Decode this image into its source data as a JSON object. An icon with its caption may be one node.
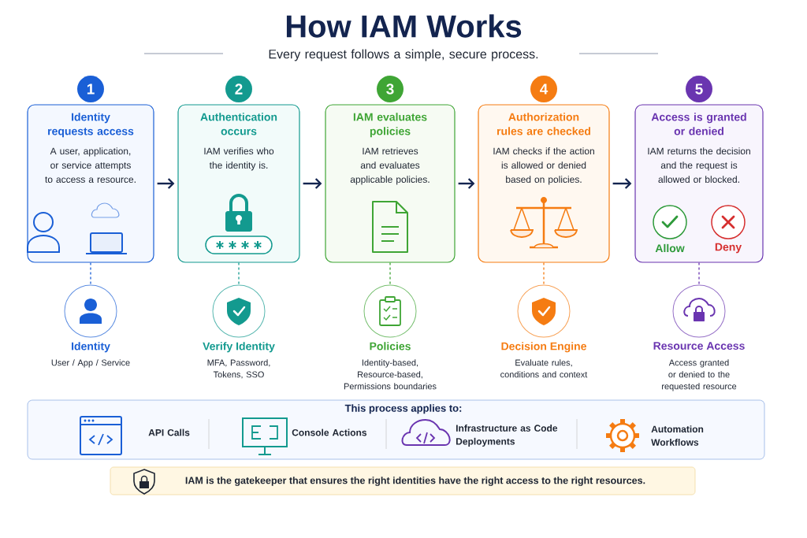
{
  "diagram": {
    "title": "How IAM Works",
    "nodes": [
      {
        "text": [
          "1"
        ]
      },
      {
        "text": [
          "2"
        ]
      },
      {
        "text": [
          "3"
        ]
      },
      {
        "text": [
          "4"
        ]
      },
      {
        "text": [
          "5"
        ]
      },
      {
        "text": [
          "Identity requests access",
          "A user, application, or service attempts to access a resource."
        ]
      },
      {
        "text": [
          "Authentication occurs",
          "IAM verifies who the identity is."
        ]
      },
      {
        "text": [
          "IAM evaluates policies",
          "IAM retrieves and evaluates applicable policies."
        ]
      },
      {
        "text": [
          "Authorization rules are checked",
          "IAM checks if the action is allowed or denied based on policies."
        ]
      },
      {
        "text": [
          "Access is granted or denied",
          "IAM returns the decision and the request is allowed or blocked."
        ]
      },
      {
        "text": [
          "Allow"
        ],
        "in": 9
      },
      {
        "text": [
          "Deny"
        ],
        "in": 9
      },
      {
        "text": [
          "Identity",
          "User / App / Service"
        ]
      },
      {
        "text": [
          "Verify Identity",
          "MFA, Password, Tokens, SSO"
        ]
      },
      {
        "text": [
          "Policies",
          "Identity-based, Resource-based, Permissions boundaries"
        ]
      },
      {
        "text": [
          "Decision Engine",
          "Evaluate rules, conditions and context"
        ]
      },
      {
        "text": [
          "Resource Access",
          "Access granted or denied to the requested resource"
        ]
      },
      {
        "text": [
          "This process applies to:"
        ]
      },
      {
        "text": [
          "IAM is the gatekeeper that ensures the right identities have the right access to the right resources."
        ]
      }
    ],
    "edges": [
      {
        "from": 5,
        "to": 6,
        "arrow": "to"
      },
      {
        "from": 6,
        "to": 7,
        "arrow": "to"
      },
      {
        "from": 7,
        "to": 8,
        "arrow": "to"
      },
      {
        "from": 8,
        "to": 9,
        "arrow": "to"
      },
      {
        "from": 5,
        "to": 12,
        "arrow": "none",
        "style": "dashed",
        "color": "#1a5fd6"
      },
      {
        "from": 6,
        "to": 13,
        "arrow": "none",
        "style": "dashed",
        "color": "#139a8f"
      },
      {
        "from": 7,
        "to": 14,
        "arrow": "none",
        "style": "dashed",
        "color": "#3fa535"
      },
      {
        "from": 8,
        "to": 15,
        "arrow": "none",
        "style": "dashed",
        "color": "#f57c12"
      },
      {
        "from": 9,
        "to": 16,
        "arrow": "none",
        "style": "dashed",
        "color": "#6a35b0"
      }
    ],
    "labels": [
      "Every request follows a simple, secure process.",
      "API Calls",
      "Console Actions",
      "Infrastructure as Code Deployments",
      "Automation Workflows"
    ]
  }
}
